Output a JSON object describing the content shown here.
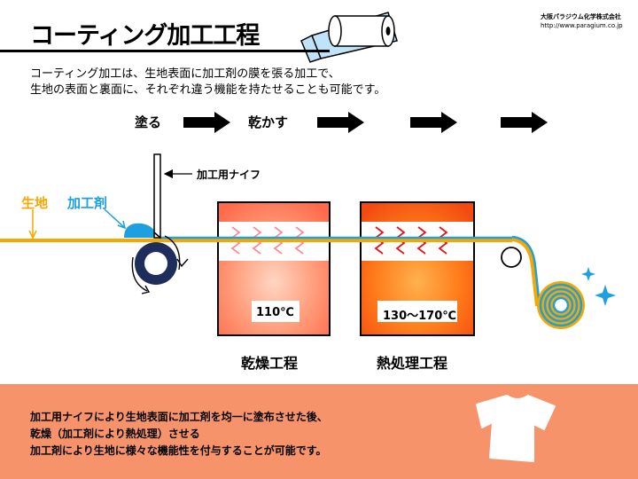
{
  "header": {
    "title": "コーティング加工工程",
    "company": "大阪パラジウム化学株式会社",
    "url": "http://www.paragium.co.jp"
  },
  "description": {
    "line1": "コーティング加工は、生地表面に加工剤の膜を張る加工で、",
    "line2": "生地の表面と裏面に、それぞれ違う機能を持たせることも可能です。"
  },
  "steps": {
    "apply": "塗る",
    "dry": "乾かす"
  },
  "labels": {
    "fabric": "生地",
    "agent": "加工剤",
    "knife": "加工用ナイフ"
  },
  "stages": {
    "dry": {
      "temp": "110℃",
      "name": "乾燥工程"
    },
    "heat": {
      "temp": "130〜170℃",
      "name": "熱処理工程"
    }
  },
  "footer": {
    "line1": "加工用ナイフにより生地表面に加工剤を均一に塗布させた後、",
    "line2": "乾燥（加工剤により熱処理）させる",
    "line3": "加工剤により生地に様々な機能性を付与することが可能です。"
  },
  "colors": {
    "fabric": "#f6a800",
    "agent": "#1d9fe0",
    "footer_bg": "#f7936a",
    "roller": "#1f2d5c"
  },
  "icons": [
    "fabric-roll-icon",
    "arrow-right-icon",
    "tshirt-icon",
    "sparkle-icon"
  ]
}
